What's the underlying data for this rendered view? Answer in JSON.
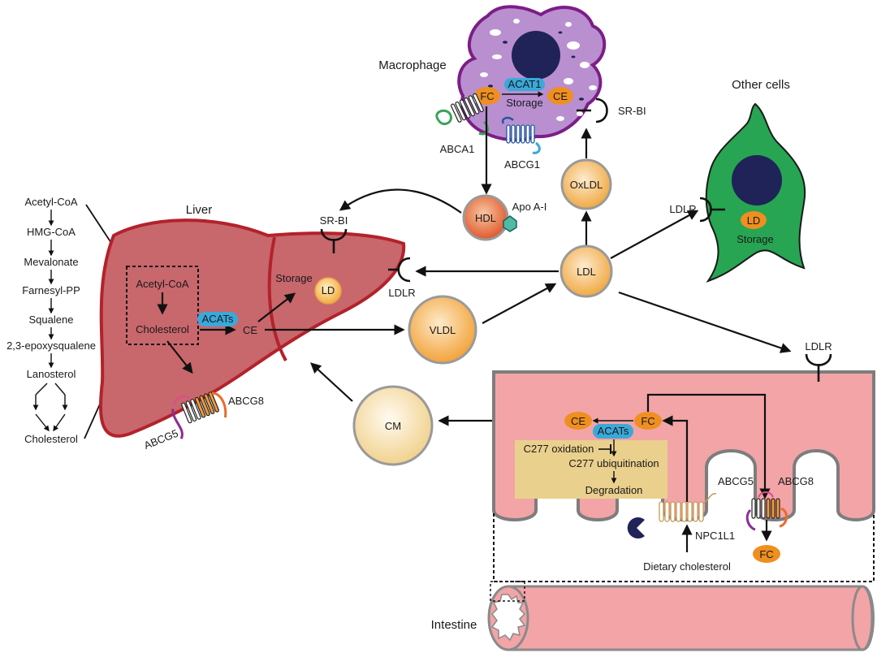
{
  "titles": {
    "macrophage": "Macrophage",
    "liver": "Liver",
    "other_cells": "Other cells",
    "intestine": "Intestine"
  },
  "pathway": [
    "Acetyl-CoA",
    "HMG-CoA",
    "Mevalonate",
    "Farnesyl-PP",
    "Squalene",
    "2,3-epoxysqualene",
    "Lanosterol",
    "Cholesterol"
  ],
  "liver": {
    "acetyl_coa": "Acetyl-CoA",
    "cholesterol": "Cholesterol",
    "acats": "ACATs",
    "ce": "CE",
    "storage": "Storage",
    "ld": "LD",
    "sr_bi": "SR-BI",
    "ldlr": "LDLR",
    "abcg5": "ABCG5",
    "abcg8": "ABCG8"
  },
  "macrophage": {
    "fc": "FC",
    "acat1": "ACAT1",
    "storage": "Storage",
    "ce": "CE",
    "abca1": "ABCA1",
    "abcg1": "ABCG1",
    "sr_bi": "SR-BI"
  },
  "lipoproteins": {
    "hdl": "HDL",
    "apo_ai": "Apo A-I",
    "oxldl": "OxLDL",
    "ldl": "LDL",
    "vldl": "VLDL",
    "cm": "CM"
  },
  "other_cells": {
    "ldlr": "LDLR",
    "ld": "LD",
    "storage": "Storage"
  },
  "intestine": {
    "ldlr": "LDLR",
    "ce": "CE",
    "fc": "FC",
    "acats": "ACATs",
    "c277_oxidation": "C277 oxidation",
    "c277_ubiquitination": "C277 ubiquitination",
    "degradation": "Degradation",
    "abcg5": "ABCG5",
    "abcg8": "ABCG8",
    "fc_out": "FC",
    "npc1l1": "NPC1L1",
    "dietary": "Dietary cholesterol"
  },
  "colors": {
    "liver_fill": "#c8676c",
    "liver_stroke": "#b3222b",
    "macrophage_fill": "#b98fd0",
    "macrophage_stroke": "#7c1e87",
    "nucleus": "#1f2358",
    "other_cell_fill": "#27a552",
    "orange": "#ee8f20",
    "blue_badge": "#3aa9d9",
    "intestine_fill": "#f2a4a7",
    "inhibitor_box": "#ead08d"
  }
}
